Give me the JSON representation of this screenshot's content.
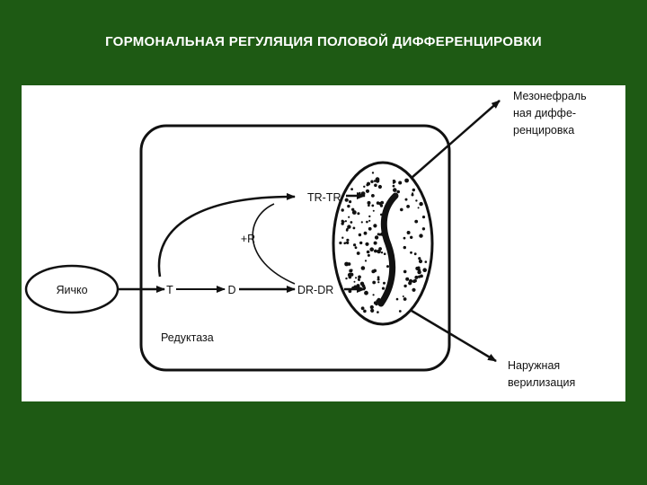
{
  "title": "ГОРМОНАЛЬНАЯ РЕГУЛЯЦИЯ ПОЛОВОЙ ДИФФЕРЕНЦИРОВКИ",
  "diagram": {
    "testis": "Яичко",
    "t_node": "T",
    "d_node": "D",
    "plus_r": "+R",
    "tr_tr": "TR-TR",
    "dr_dr": "DR-DR",
    "reductase": "Редуктаза",
    "mesonephral": [
      "Мезонефраль",
      "ная диффе-",
      "ренцировка"
    ],
    "external": [
      "Наружная",
      "верилизация"
    ]
  },
  "colors": {
    "background": "#1e5a14",
    "panel": "#ffffff",
    "ink": "#111111",
    "title": "#ffffff"
  }
}
